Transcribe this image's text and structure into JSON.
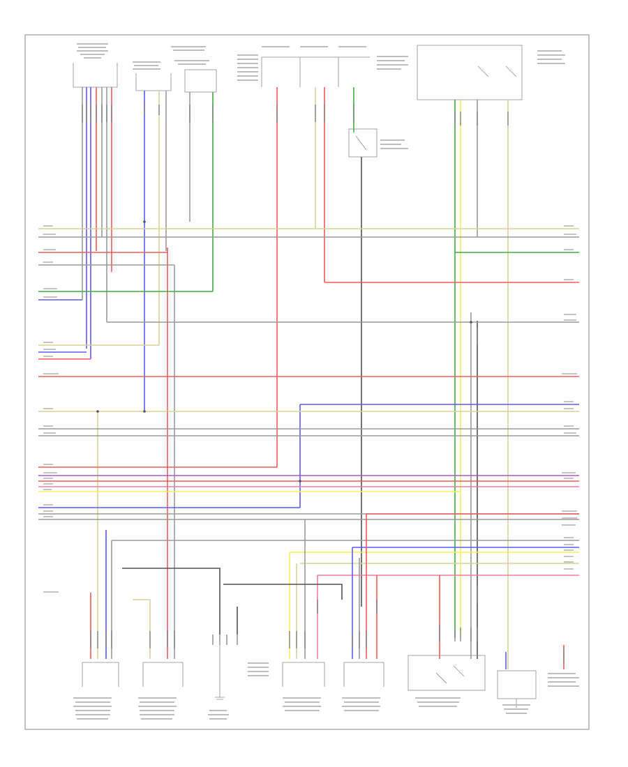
{
  "footer": {
    "code": ""
  },
  "colors": {
    "background": "#ffffff",
    "frame": "#9a9a9a",
    "box": "#8a8a8a",
    "wire_red": "#f25a5a",
    "wire_yellow": "#f5ef5a",
    "wire_blue": "#5a5af5",
    "wire_green": "#3fae3f",
    "wire_gray": "#9a9a9a",
    "wire_pink": "#f07aa0",
    "wire_tan": "#d8d09a",
    "wire_violet": "#a45ac8",
    "wire_dark": "#505050"
  },
  "wires": [
    {
      "id": "h-01",
      "color": "wire_tan"
    },
    {
      "id": "h-02",
      "color": "wire_gray"
    },
    {
      "id": "h-03",
      "color": "wire_red"
    },
    {
      "id": "h-04",
      "color": "wire_gray"
    },
    {
      "id": "h-05",
      "color": "wire_green"
    },
    {
      "id": "h-06",
      "color": "wire_blue"
    },
    {
      "id": "h-07",
      "color": "wire_tan"
    },
    {
      "id": "h-08",
      "color": "wire_blue"
    },
    {
      "id": "h-09",
      "color": "wire_red"
    },
    {
      "id": "h-10",
      "color": "wire_red"
    },
    {
      "id": "h-11",
      "color": "wire_tan"
    },
    {
      "id": "h-12",
      "color": "wire_gray"
    },
    {
      "id": "h-13",
      "color": "wire_red"
    },
    {
      "id": "h-14",
      "color": "wire_violet"
    },
    {
      "id": "h-15",
      "color": "wire_pink"
    },
    {
      "id": "h-16",
      "color": "wire_yellow"
    },
    {
      "id": "h-17",
      "color": "wire_gray"
    }
  ]
}
